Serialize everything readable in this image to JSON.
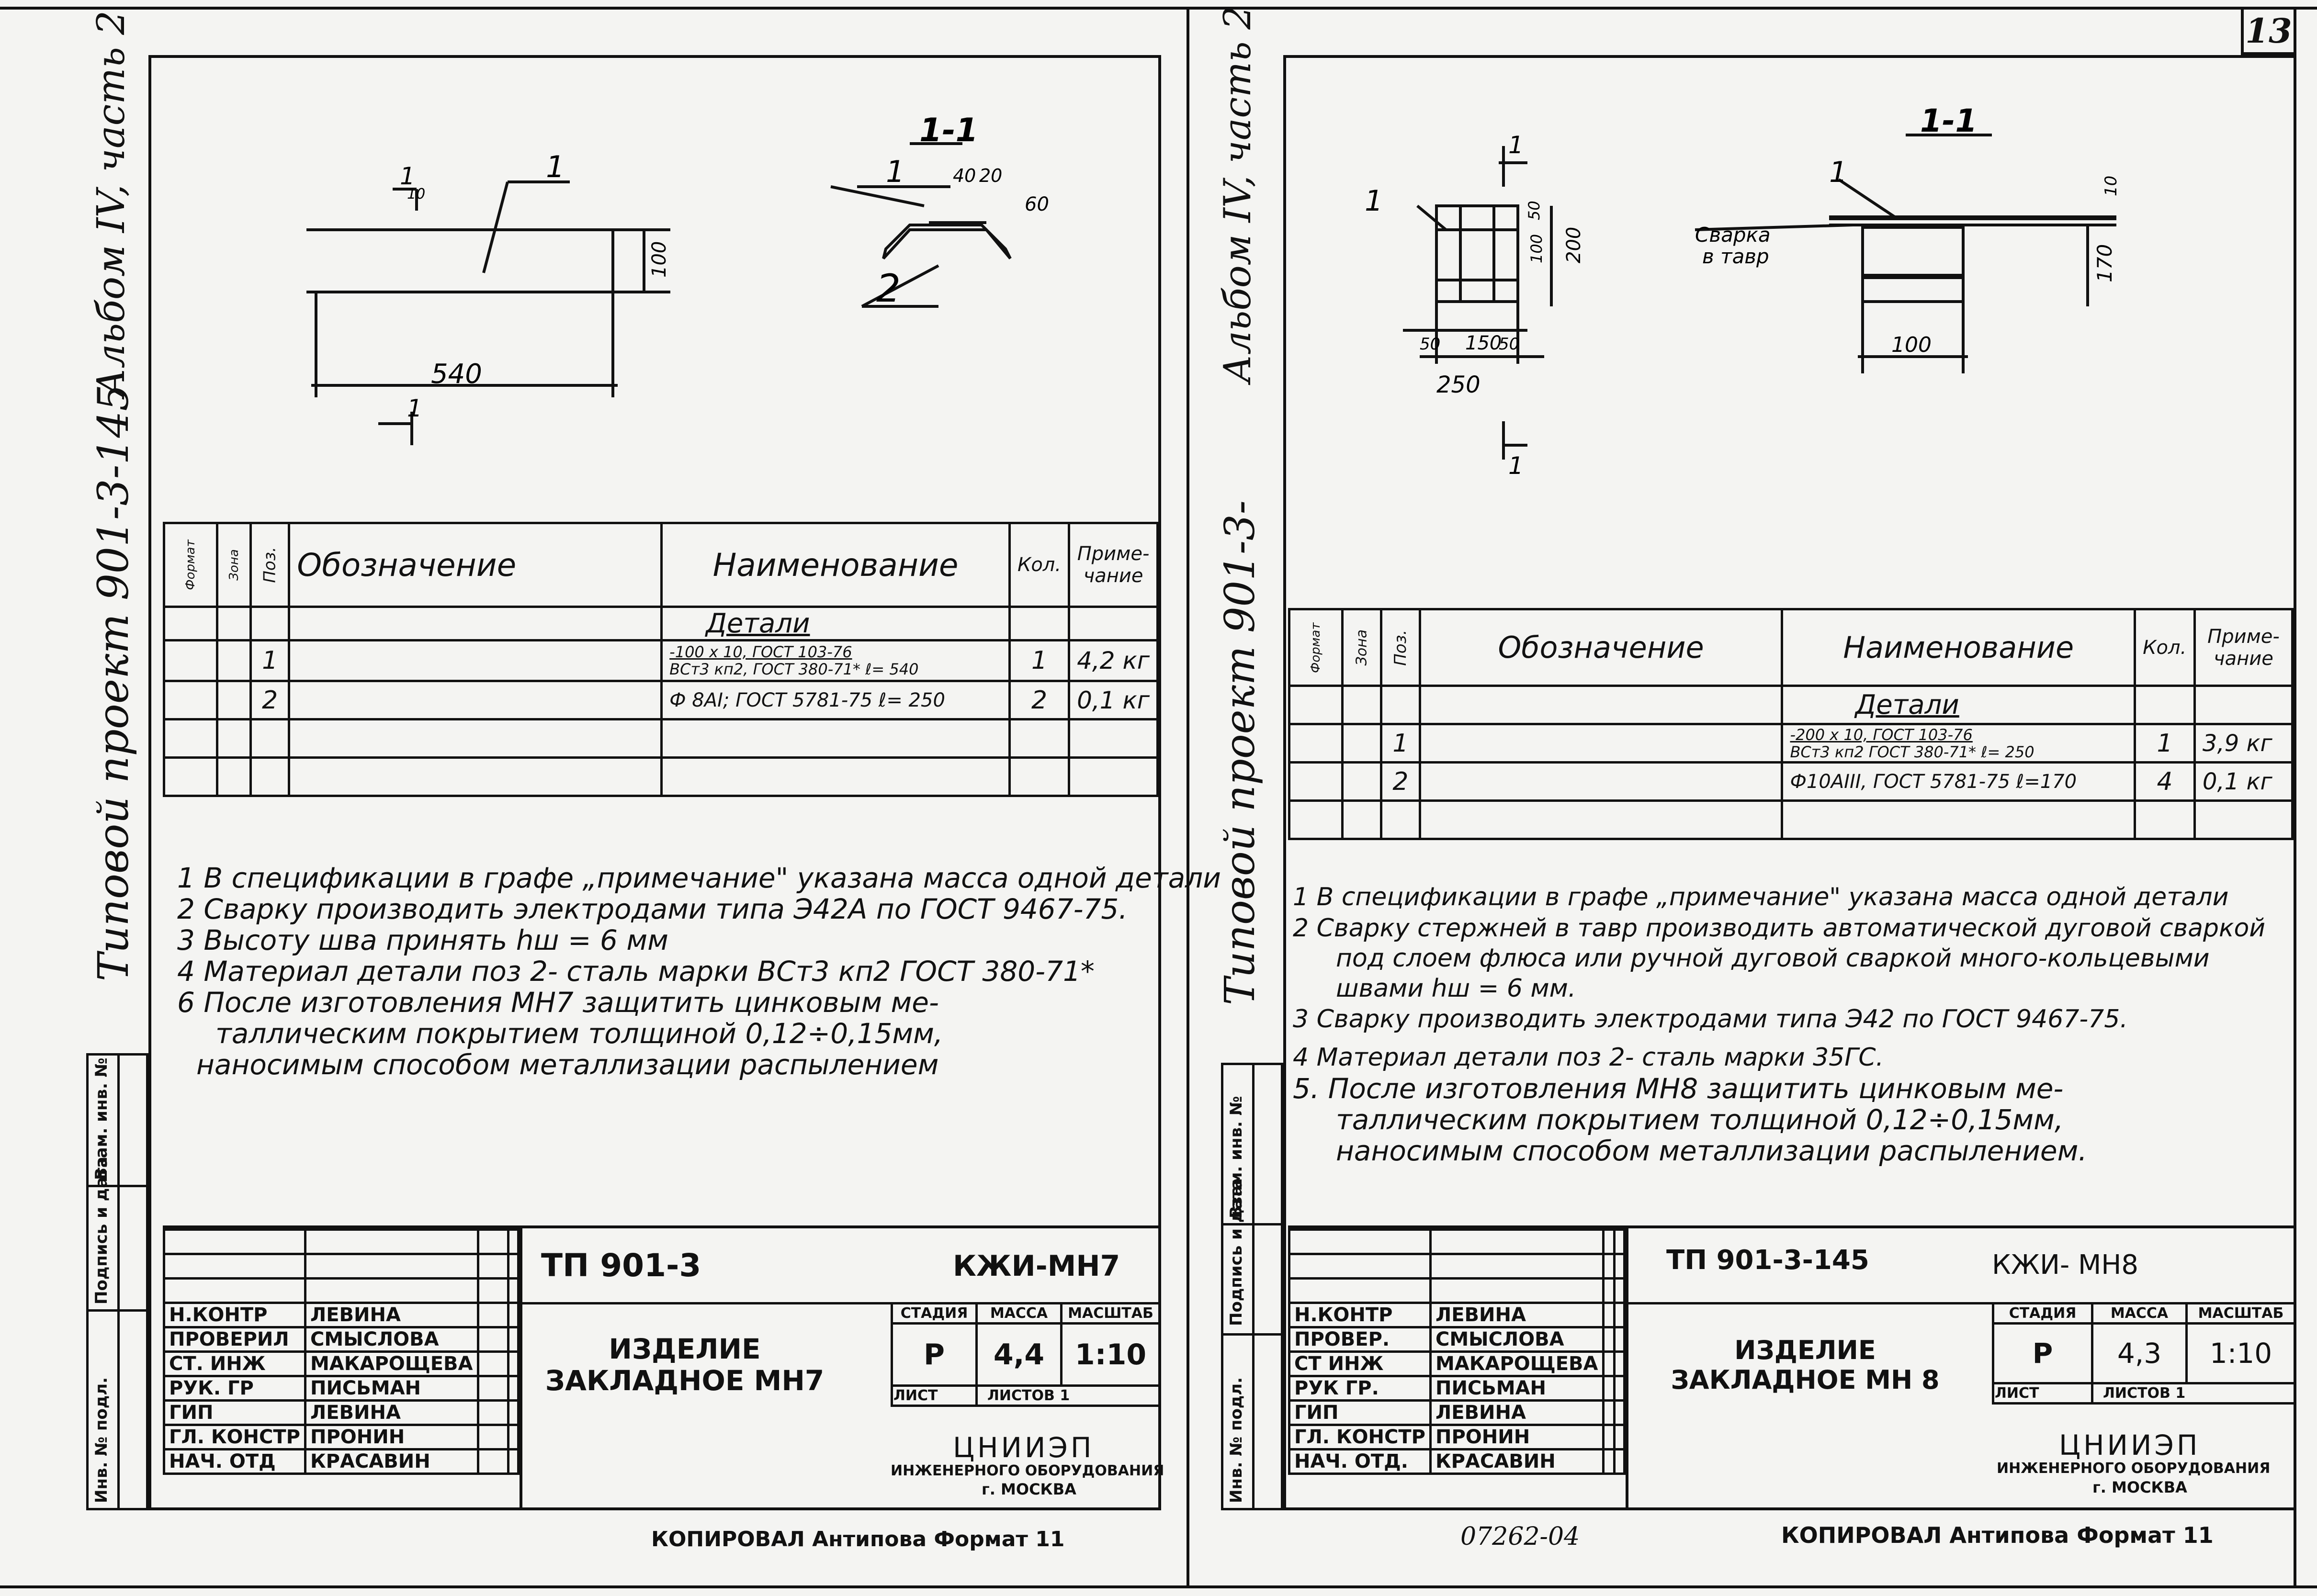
{
  "page_number": "13",
  "left": {
    "margin": {
      "album": "Альбом IV, часть 2",
      "project": "Типовой проект 901-3-145",
      "box_inv_replace": "Взам. инв. №",
      "box_sign_date": "Подпись и дата",
      "box_inv_orig": "Инв. № подл."
    },
    "drawing": {
      "pos1": "1",
      "pos2": "2",
      "section": "1-1",
      "dim_540": "540",
      "dim_100": "100",
      "dim_40": "40",
      "dim_20": "20",
      "dim_60": "60",
      "dim_10": "10",
      "cut_mark": "1"
    },
    "spec": {
      "headers": [
        "Формат",
        "Зона",
        "Поз.",
        "Обозначение",
        "Наименование",
        "Кол.",
        "Приме-чание"
      ],
      "section_title": "Детали",
      "rows": [
        {
          "pos": "1",
          "name_line1": "-100 x 10, ГОСТ 103-76",
          "name_line2": "ВСт3 кп2, ГОСТ 380-71* ℓ= 540",
          "qty": "1",
          "note": "4,2 кг"
        },
        {
          "pos": "2",
          "name_line1": "Ф 8AI; ГОСТ 5781-75 ℓ= 250",
          "name_line2": "",
          "qty": "2",
          "note": "0,1 кг"
        }
      ]
    },
    "notes": [
      "1  В спецификации в графе „примечание\" указана масса одной детали",
      "2  Сварку производить электродами типа Э42А по ГОСТ 9467-75.",
      "3  Высоту шва принять hш = 6 мм",
      "4  Материал детали поз 2- сталь марки ВСт3 кп2 ГОСТ 380-71*",
      "6  После изготовления МН7 защитить цинковым ме-",
      "таллическим покрытием толщиной 0,12÷0,15мм,",
      "наносимым способом металлизации распылением"
    ],
    "titleblock": {
      "doc_code": "ТП 901-3",
      "mark": "КЖИ-МН7",
      "roles": [
        "Н.КОНТР",
        "ПРОВЕРИЛ",
        "СТ. ИНЖ",
        "РУК. ГР",
        "ГИП",
        "ГЛ. КОНСТР",
        "НАЧ. ОТД"
      ],
      "names": [
        "ЛЕВИНА",
        "СМЫСЛОВА",
        "МАКАРОЩЕВА",
        "ПИСЬМАН",
        "ЛЕВИНА",
        "ПРОНИН",
        "КРАСАВИН"
      ],
      "title": "ИЗДЕЛИЕ ЗАКЛАДНОЕ МН7",
      "stage_h": "СТАДИЯ",
      "mass_h": "МАССА",
      "scale_h": "МАСШТАБ",
      "stage": "Р",
      "mass": "4,4",
      "scale": "1:10",
      "sheet_h": "ЛИСТ",
      "sheets_h": "ЛИСТОВ 1",
      "org1": "ЦНИИЭП",
      "org2": "ИНЖЕНЕРНОГО ОБОРУДОВАНИЯ",
      "org3": "г. МОСКВА"
    },
    "footer": "КОПИРОВАЛ Антипова Формат 11"
  },
  "right": {
    "margin": {
      "album": "Альбом IV, часть 2",
      "project": "Типовой проект 901-3-",
      "box_inv_replace": "Взам. инв. №",
      "box_sign_date": "Подпись и дата",
      "box_inv_orig": "Инв. № подл."
    },
    "drawing": {
      "pos1": "1",
      "section": "1-1",
      "weld_label_1": "Сварка",
      "weld_label_2": "в тавр",
      "dim_250": "250",
      "dim_150": "150",
      "dim_50a": "50",
      "dim_50b": "50",
      "dim_200": "200",
      "dim_100v": "100",
      "dim_50v": "50",
      "dim_100h": "100",
      "dim_170": "170",
      "dim_10": "10",
      "cut_mark": "1"
    },
    "spec": {
      "headers": [
        "Формат",
        "Зона",
        "Поз.",
        "Обозначение",
        "Наименование",
        "Кол.",
        "Приме-чание"
      ],
      "section_title": "Детали",
      "rows": [
        {
          "pos": "1",
          "name_line1": "-200 x 10, ГОСТ 103-76",
          "name_line2": "ВСт3 кп2 ГОСТ 380-71* ℓ= 250",
          "qty": "1",
          "note": "3,9 кг"
        },
        {
          "pos": "2",
          "name_line1": "Ф10AIII, ГОСТ 5781-75 ℓ=170",
          "name_line2": "",
          "qty": "4",
          "note": "0,1 кг"
        }
      ]
    },
    "notes": [
      "1  В спецификации в графе „примечание\" указана масса одной детали",
      "2  Сварку стержней в тавр производить автоматической дуговой сваркой",
      "под слоем флюса или ручной дуговой сваркой много-кольцевыми",
      "швами hш = 6 мм.",
      "3  Сварку производить электродами типа Э42 по ГОСТ 9467-75.",
      "4  Материал детали поз 2- сталь марки 35ГС.",
      "5. После изготовления МН8 защитить цинковым ме-",
      "таллическим покрытием толщиной 0,12÷0,15мм,",
      "наносимым способом металлизации распылением."
    ],
    "titleblock": {
      "doc_code": "ТП 901-3-145",
      "mark": "КЖИ- МН8",
      "roles": [
        "Н.КОНТР",
        "ПРОВЕР.",
        "СТ ИНЖ",
        "РУК ГР.",
        "ГИП",
        "ГЛ. КОНСТР",
        "НАЧ. ОТД."
      ],
      "names": [
        "ЛЕВИНА",
        "СМЫСЛОВА",
        "МАКАРОЩЕВА",
        "ПИСЬМАН",
        "ЛЕВИНА",
        "ПРОНИН",
        "КРАСАВИН"
      ],
      "title": "ИЗДЕЛИЕ ЗАКЛАДНОЕ МН 8",
      "stage_h": "СТАДИЯ",
      "mass_h": "МАССА",
      "scale_h": "МАСШТАБ",
      "stage": "Р",
      "mass": "4,3",
      "scale": "1:10",
      "sheet_h": "ЛИСТ",
      "sheets_h": "ЛИСТОВ 1",
      "org1": "ЦНИИЭП",
      "org2": "ИНЖЕНЕРНОГО ОБОРУДОВАНИЯ",
      "org3": "г. МОСКВА"
    },
    "footer_num": "07262-04",
    "footer": "КОПИРОВАЛ Антипова Формат 11"
  }
}
